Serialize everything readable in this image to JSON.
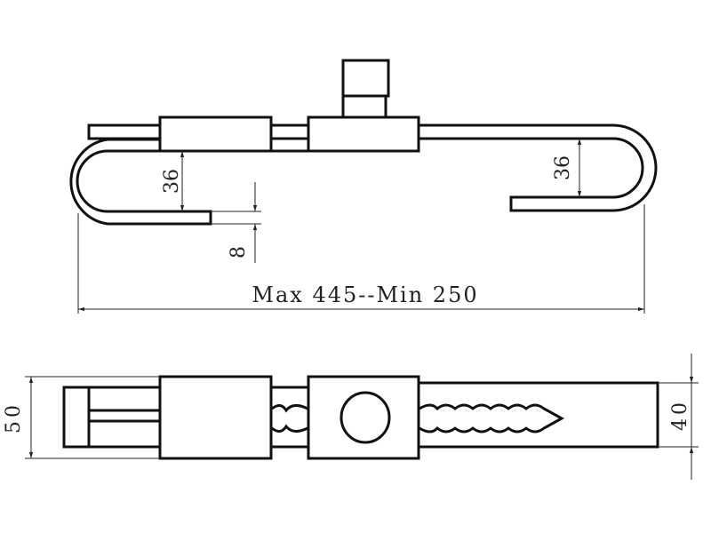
{
  "drawing": {
    "top_view": {
      "hook_depth_left": "36",
      "hook_depth_right": "36",
      "rod_thickness": "8",
      "length_range": "Max 445--Min 250"
    },
    "plan_view": {
      "clamp_width": "50",
      "rod_width": "40"
    },
    "line_color": "#111111"
  }
}
